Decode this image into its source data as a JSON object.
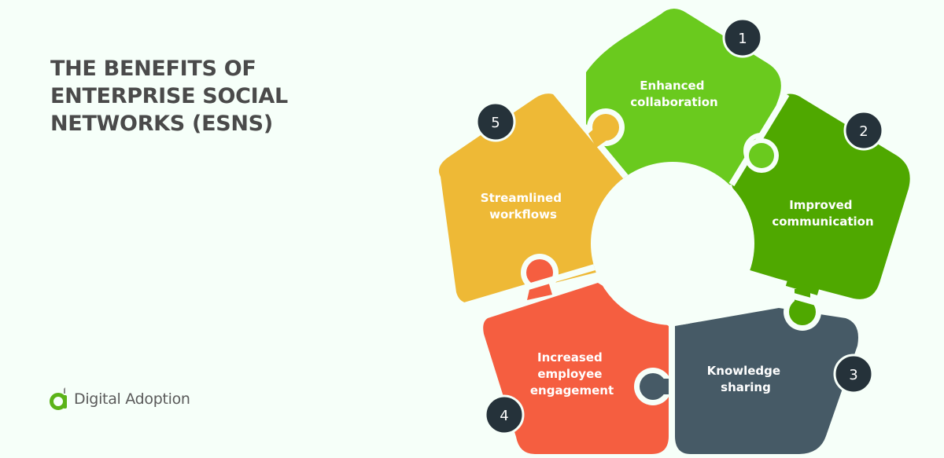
{
  "title": {
    "lines": [
      "THE BENEFITS OF",
      "ENTERPRISE SOCIAL",
      "NETWORKS (ESNS)"
    ]
  },
  "logo": {
    "text": "Digital Adoption",
    "icon": "digital-adoption-logo-icon",
    "color": "#5bb318"
  },
  "diagram": {
    "type": "puzzle-pentagon",
    "pieces": [
      {
        "number": "1",
        "label_lines": [
          "Enhanced",
          "collaboration"
        ],
        "color": "#6aca1e"
      },
      {
        "number": "2",
        "label_lines": [
          "Improved",
          "communication"
        ],
        "color": "#4fa800"
      },
      {
        "number": "3",
        "label_lines": [
          "Knowledge",
          "sharing"
        ],
        "color": "#465a66"
      },
      {
        "number": "4",
        "label_lines": [
          "Increased",
          "employee",
          "engagement"
        ],
        "color": "#f55e40"
      },
      {
        "number": "5",
        "label_lines": [
          "Streamlined",
          "workflows"
        ],
        "color": "#eeb936"
      }
    ],
    "badge_color": "#25323a"
  }
}
